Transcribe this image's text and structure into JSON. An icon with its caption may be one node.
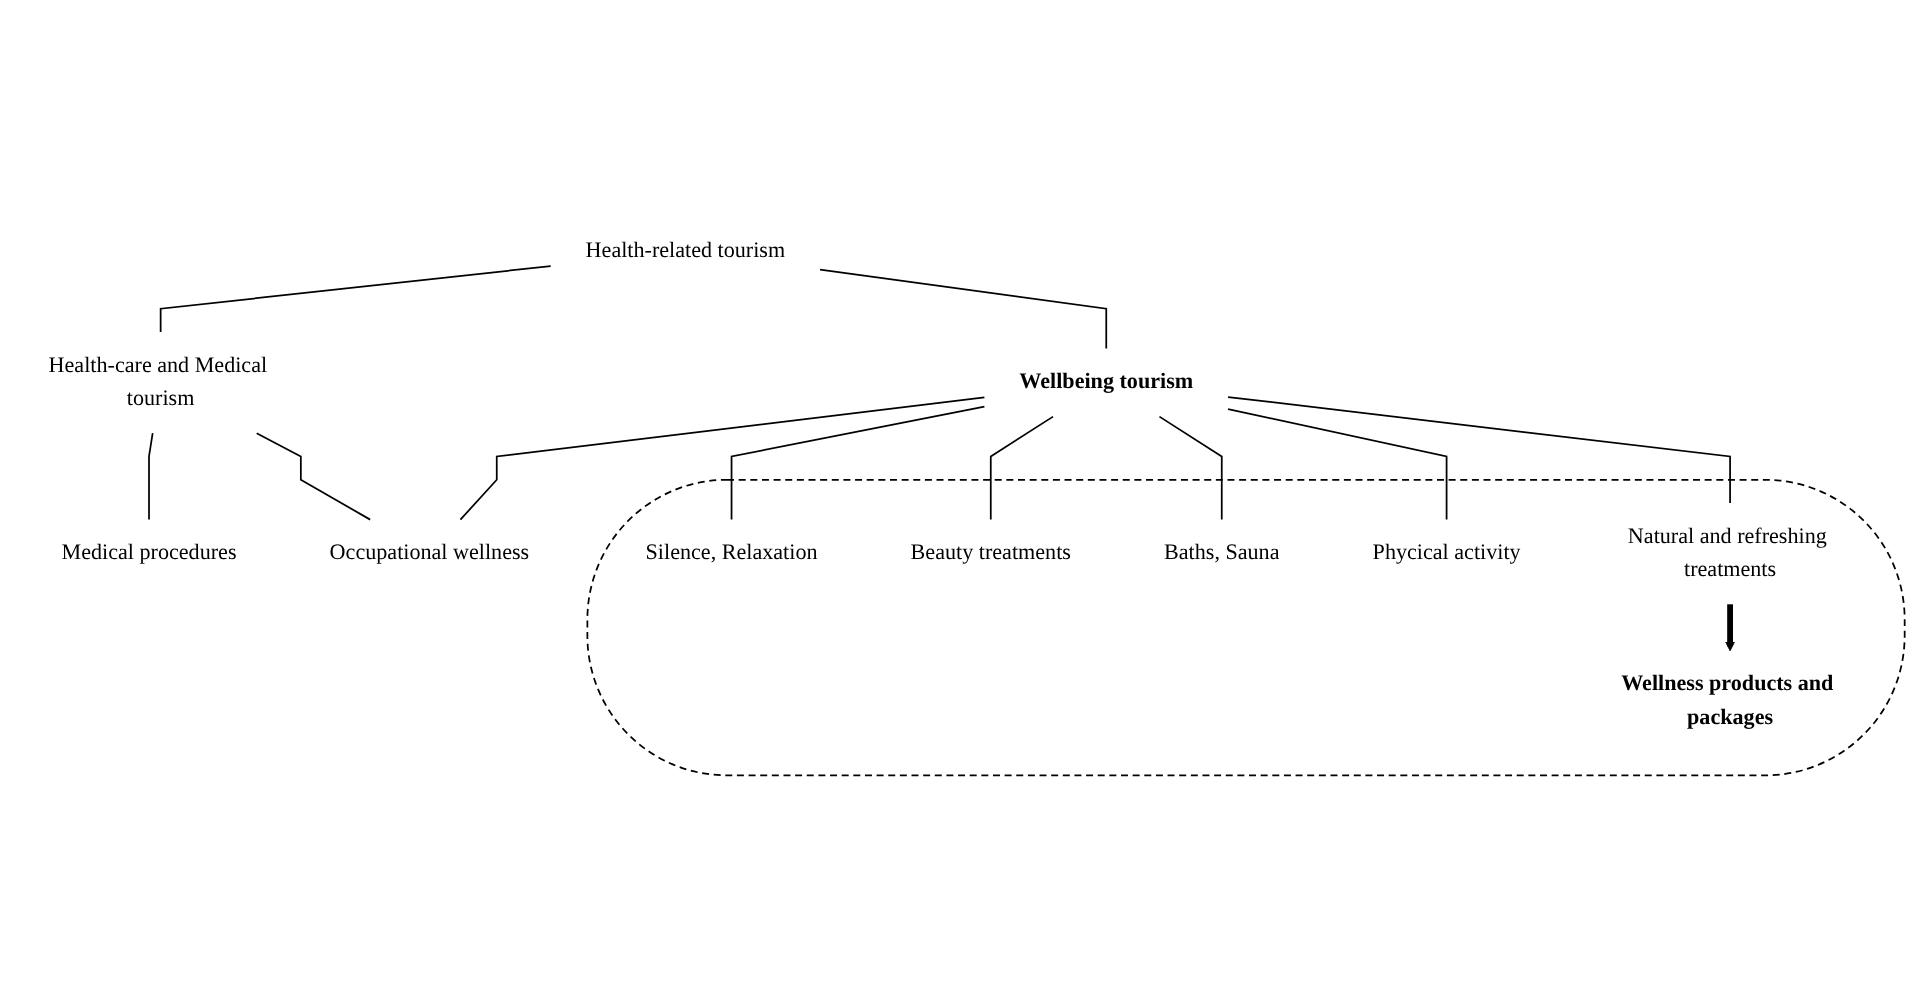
{
  "diagram": {
    "nodes": [
      {
        "text": [
          "Health-related tourism"
        ]
      },
      {
        "text": [
          "Health-care and Medical tourism"
        ]
      },
      {
        "text": [
          "Wellbeing tourism"
        ]
      },
      {
        "text": [
          "Medical procedures"
        ]
      },
      {
        "text": [
          "Occupational wellness"
        ]
      },
      {
        "text": [],
        "shape": "ellipse"
      },
      {
        "text": [
          "Silence, Relaxation"
        ],
        "in": 5
      },
      {
        "text": [
          "Beauty treatments"
        ],
        "in": 5
      },
      {
        "text": [
          "Baths, Sauna"
        ],
        "in": 5
      },
      {
        "text": [
          "Phycical activity"
        ],
        "in": 5
      },
      {
        "text": [
          "Natural and refreshing treatments"
        ],
        "in": 5
      },
      {
        "text": [
          "Wellness products and packages"
        ],
        "in": 5
      }
    ],
    "edges": [
      {
        "from": 0,
        "to": 1,
        "arrow": "none"
      },
      {
        "from": 0,
        "to": 2,
        "arrow": "none"
      },
      {
        "from": 1,
        "to": 3,
        "arrow": "none"
      },
      {
        "from": 1,
        "to": 4,
        "arrow": "none"
      },
      {
        "from": 2,
        "to": 4,
        "arrow": "none"
      },
      {
        "from": 2,
        "to": 6,
        "arrow": "none"
      },
      {
        "from": 2,
        "to": 7,
        "arrow": "none"
      },
      {
        "from": 2,
        "to": 8,
        "arrow": "none"
      },
      {
        "from": 2,
        "to": 9,
        "arrow": "none"
      },
      {
        "from": 2,
        "to": 10,
        "arrow": "none"
      },
      {
        "from": 10,
        "to": 11,
        "arrow": "to",
        "style": "thick"
      }
    ]
  }
}
